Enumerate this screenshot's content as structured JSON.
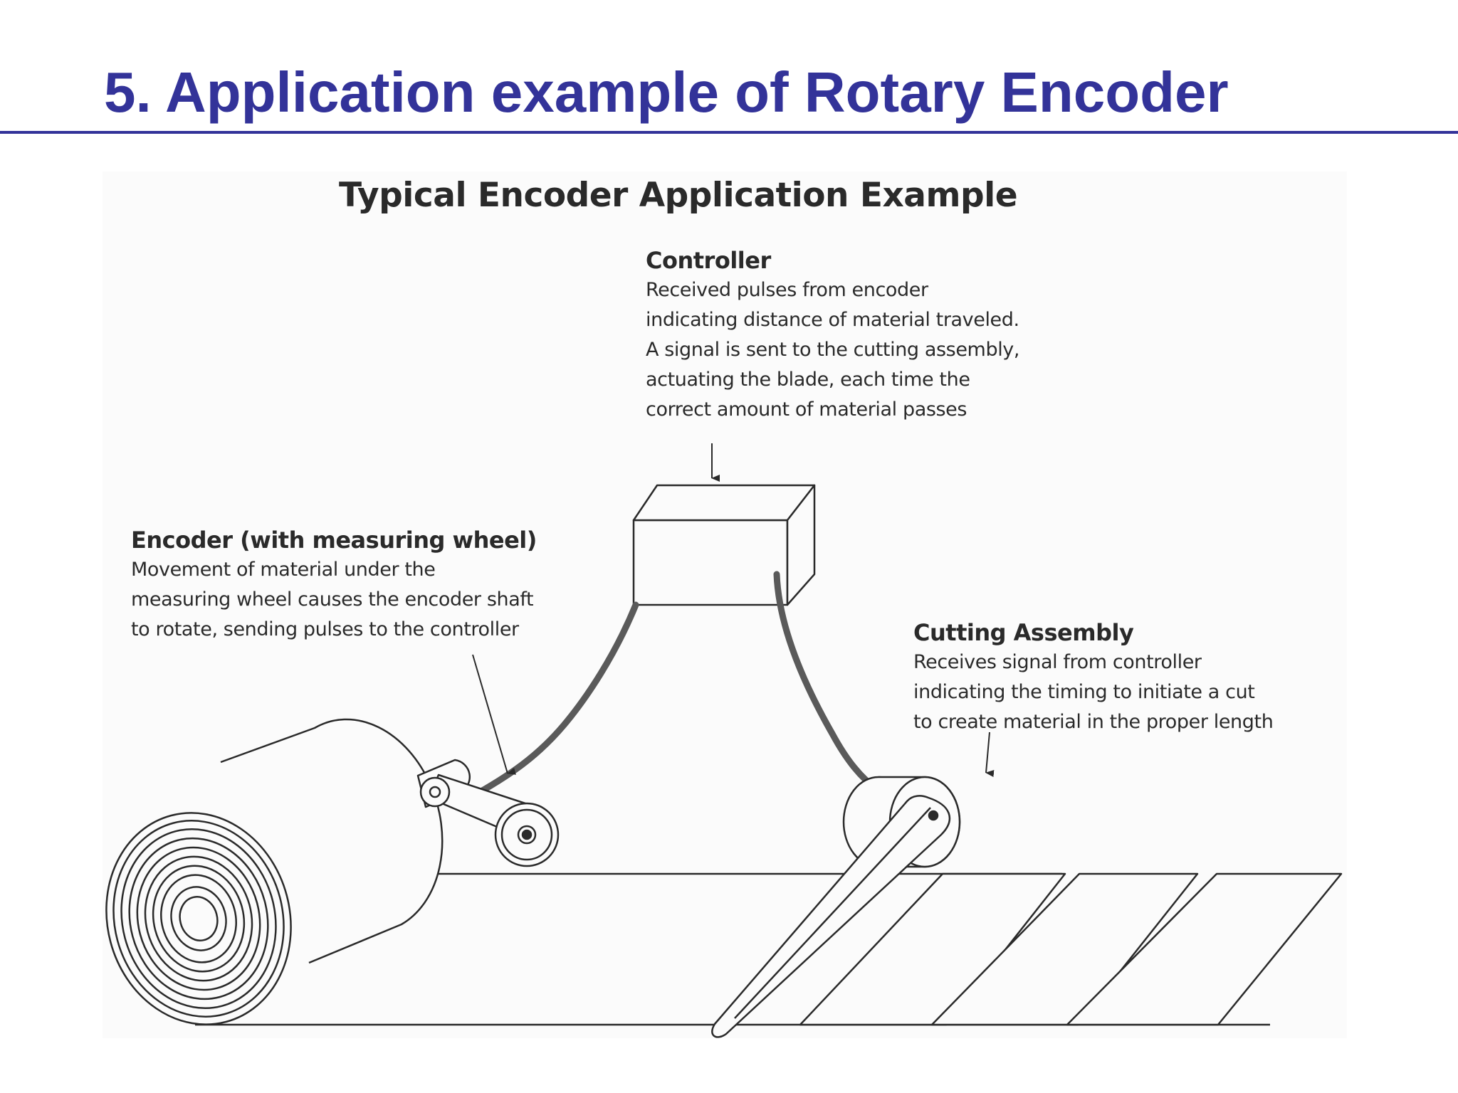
{
  "slide": {
    "title": "5. Application example of Rotary Encoder",
    "title_color": "#333399"
  },
  "figure": {
    "title": "Typical Encoder Application Example",
    "controller": {
      "heading": "Controller",
      "lines": [
        "Received pulses from encoder",
        "indicating distance of material traveled.",
        "A signal is sent to the cutting assembly,",
        "actuating the blade, each time the",
        "correct amount of material passes"
      ]
    },
    "encoder": {
      "heading": "Encoder (with measuring wheel)",
      "lines": [
        "Movement of material under the",
        "measuring wheel causes the encoder shaft",
        "to rotate, sending pulses to the controller"
      ]
    },
    "cutting_assembly": {
      "heading": "Cutting Assembly",
      "lines": [
        "Receives signal from controller",
        "indicating the timing to initiate a cut",
        "to create material in the proper length"
      ]
    }
  }
}
